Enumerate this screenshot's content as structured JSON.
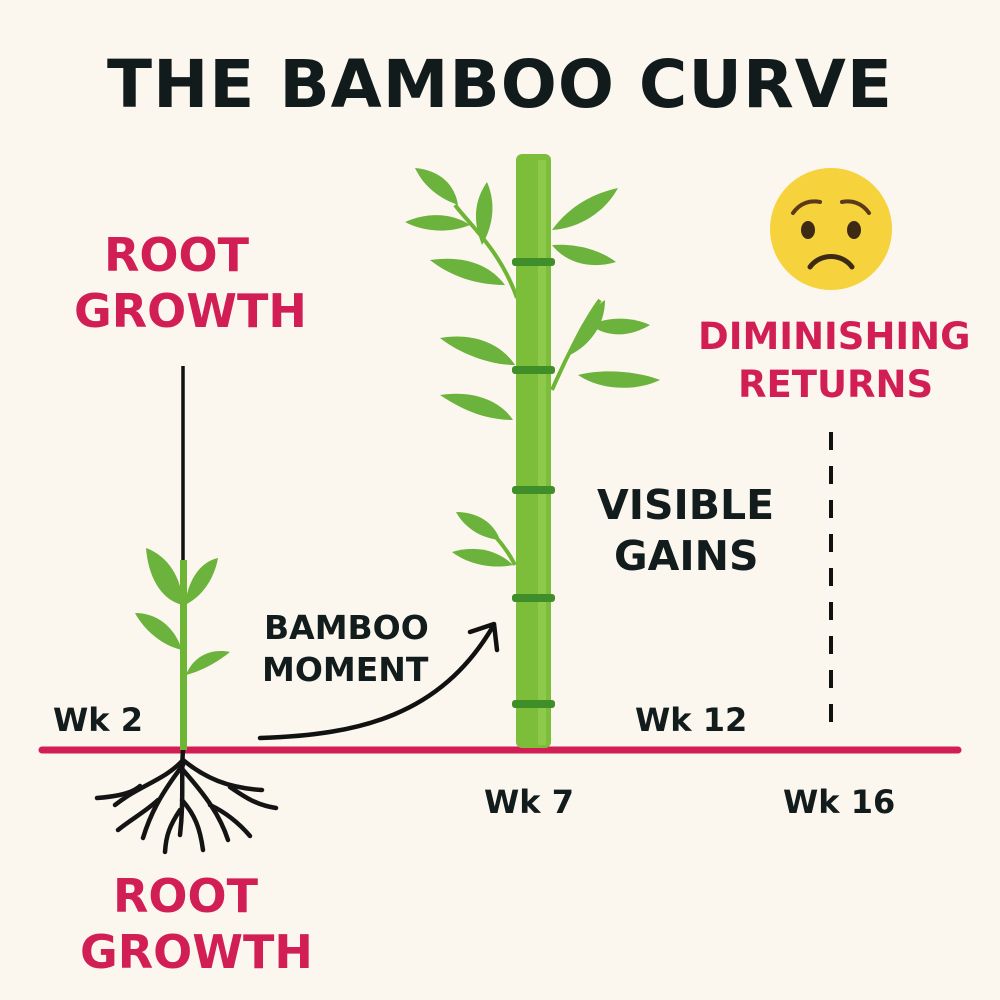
{
  "title": "THE BAMBOO CURVE",
  "labels": {
    "root_growth_top": [
      "ROOT",
      "GROWTH"
    ],
    "root_growth_bottom": [
      "ROOT",
      "GROWTH"
    ],
    "diminishing_returns": [
      "DIMINISHING",
      "RETURNS"
    ],
    "visible_gains": [
      "VISIBLE",
      "GAINS"
    ],
    "bamboo_moment": [
      "BAMBOO",
      "MOMENT"
    ]
  },
  "weeks": {
    "wk2": "Wk 2",
    "wk7": "Wk 7",
    "wk12": "Wk 12",
    "wk16": "Wk 16"
  },
  "icons": {
    "face": "worried-face-icon",
    "sprout": "sprout-icon",
    "bamboo": "bamboo-stalk-icon",
    "roots": "roots-icon",
    "arrow": "curved-arrow-icon"
  },
  "colors": {
    "accent": "#d11f55",
    "text": "#121c1d",
    "plant": "#7cbe3a",
    "plant_dark": "#3f8e2a",
    "leaf": "#6bb33c",
    "face": "#f6d23c",
    "background": "#fbf6ee"
  }
}
